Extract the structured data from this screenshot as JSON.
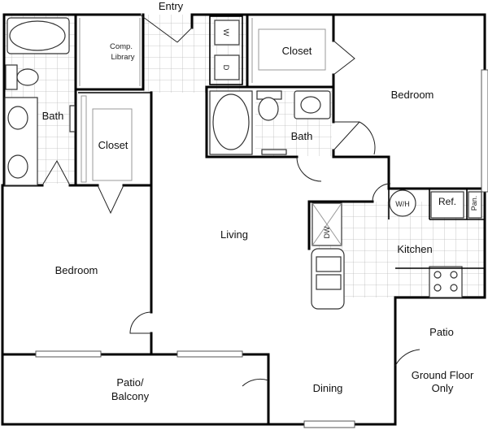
{
  "labels": {
    "entry": "Entry",
    "comp_library_line1": "Comp.",
    "comp_library_line2": "Library",
    "closet_top": "Closet",
    "bedroom_right": "Bedroom",
    "bath_left": "Bath",
    "closet_left": "Closet",
    "bath_center": "Bath",
    "living": "Living",
    "bedroom_left": "Bedroom",
    "kitchen": "Kitchen",
    "patio_balcony_line1": "Patio/",
    "patio_balcony_line2": "Balcony",
    "dining": "Dining",
    "patio_right": "Patio",
    "ground_floor_line1": "Ground Floor",
    "ground_floor_line2": "Only",
    "washer": "W",
    "dryer": "D",
    "water_heater": "W/H",
    "refrigerator": "Ref.",
    "pantry": "Pan.",
    "dishwasher": "DW"
  }
}
